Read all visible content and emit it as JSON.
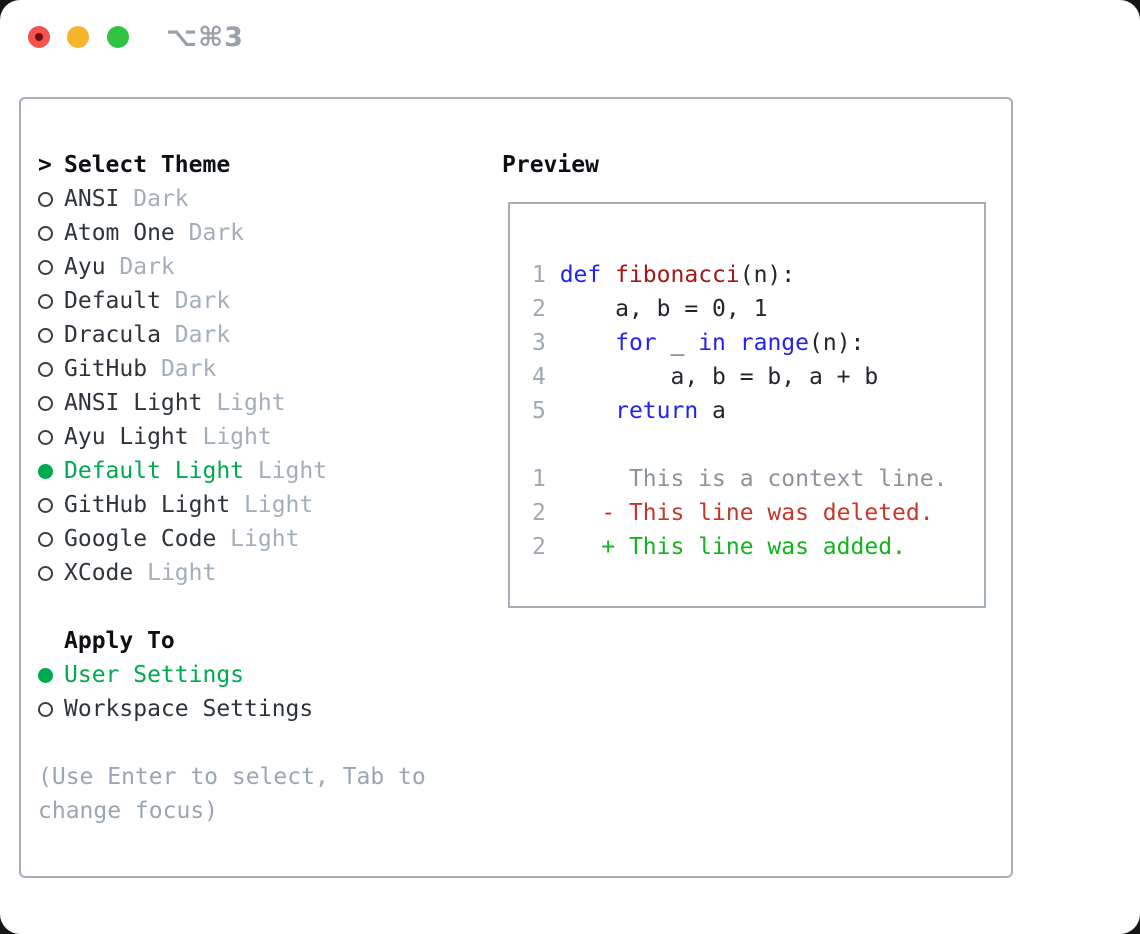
{
  "titlebar": {
    "shortcut": "⌥⌘3",
    "buttons": [
      {
        "name": "close"
      },
      {
        "name": "minimize"
      },
      {
        "name": "zoom"
      }
    ]
  },
  "theme_selector": {
    "prompt": ">",
    "title": "Select Theme",
    "items": [
      {
        "name": "ANSI",
        "tag": "Dark",
        "selected": false
      },
      {
        "name": "Atom One",
        "tag": "Dark",
        "selected": false
      },
      {
        "name": "Ayu",
        "tag": "Dark",
        "selected": false
      },
      {
        "name": "Default",
        "tag": "Dark",
        "selected": false
      },
      {
        "name": "Dracula",
        "tag": "Dark",
        "selected": false
      },
      {
        "name": "GitHub",
        "tag": "Dark",
        "selected": false
      },
      {
        "name": "ANSI Light",
        "tag": "Light",
        "selected": false
      },
      {
        "name": "Ayu Light",
        "tag": "Light",
        "selected": false
      },
      {
        "name": "Default Light",
        "tag": "Light",
        "selected": true
      },
      {
        "name": "GitHub Light",
        "tag": "Light",
        "selected": false
      },
      {
        "name": "Google Code",
        "tag": "Light",
        "selected": false
      },
      {
        "name": "XCode",
        "tag": "Light",
        "selected": false
      }
    ]
  },
  "apply_to": {
    "title": "Apply To",
    "options": [
      {
        "label": "User Settings",
        "selected": true
      },
      {
        "label": "Workspace Settings",
        "selected": false
      }
    ]
  },
  "help": {
    "text": "(Use Enter to select, Tab to\nchange focus)"
  },
  "preview": {
    "title": "Preview",
    "lines": [
      {
        "num": "",
        "segs": []
      },
      {
        "num": "1",
        "segs": [
          [
            "kw",
            "def"
          ],
          [
            "pl",
            " "
          ],
          [
            "fn",
            "fibonacci"
          ],
          [
            "pl",
            "(n):"
          ]
        ]
      },
      {
        "num": "2",
        "segs": [
          [
            "pl",
            "    a, b = 0, 1"
          ]
        ]
      },
      {
        "num": "3",
        "segs": [
          [
            "pl",
            "    "
          ],
          [
            "kw",
            "for"
          ],
          [
            "pl",
            " _ "
          ],
          [
            "kw",
            "in"
          ],
          [
            "pl",
            " "
          ],
          [
            "kw",
            "range"
          ],
          [
            "pl",
            "(n):"
          ]
        ]
      },
      {
        "num": "4",
        "segs": [
          [
            "pl",
            "        a, b = b, a + b"
          ]
        ]
      },
      {
        "num": "5",
        "segs": [
          [
            "pl",
            "    "
          ],
          [
            "kw",
            "return"
          ],
          [
            "pl",
            " a"
          ]
        ]
      },
      {
        "num": "",
        "segs": []
      },
      {
        "num": "1",
        "segs": [
          [
            "ctx",
            "     This is a context line."
          ]
        ]
      },
      {
        "num": "2",
        "segs": [
          [
            "del",
            "   - This line was deleted."
          ]
        ]
      },
      {
        "num": "2",
        "segs": [
          [
            "add",
            "   + This line was added."
          ]
        ]
      }
    ]
  },
  "colors": {
    "accent-green": "#00a84e",
    "text-strong": "#0c0f13",
    "text-item": "#2e343b",
    "text-muted": "#a3aebb",
    "help": "#9aa6b3",
    "border": "#a6aeb8",
    "kw": "#2323f0",
    "fn": "#a31717",
    "pl": "#22262c",
    "ctx": "#8b939b",
    "del": "#c5372c",
    "add": "#12b31e",
    "num": "#9fa9b4",
    "light-red": "#f4544d",
    "light-red-dot": "#6e100a",
    "light-yellow": "#f6b42d",
    "light-green": "#30c341",
    "shortcut": "#9aa0a8"
  }
}
